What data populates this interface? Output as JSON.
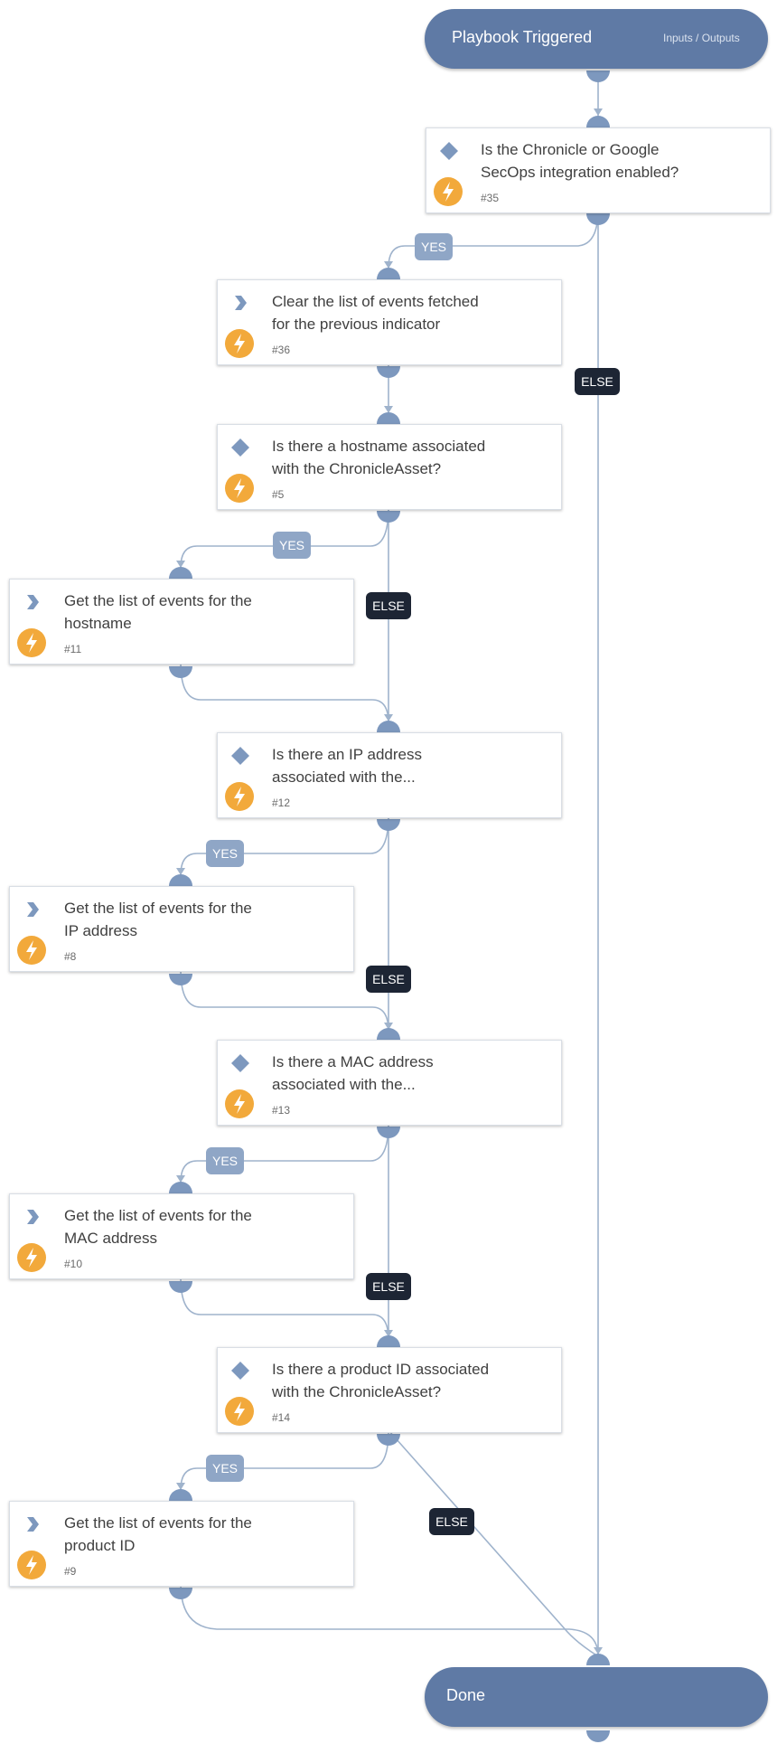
{
  "start": {
    "title": "Playbook Triggered",
    "link": "Inputs / Outputs"
  },
  "end": {
    "title": "Done"
  },
  "tasks": {
    "t35": {
      "title_lines": [
        "Is the Chronicle or Google",
        "SecOps integration enabled?"
      ],
      "number": "#35",
      "kind": "condition"
    },
    "t36": {
      "title_lines": [
        "Clear the list of events fetched",
        "for the previous indicator"
      ],
      "number": "#36",
      "kind": "action"
    },
    "t5": {
      "title_lines": [
        "Is there a hostname associated",
        "with the ChronicleAsset?"
      ],
      "number": "#5",
      "kind": "condition"
    },
    "t11": {
      "title_lines": [
        "Get the list of events for the",
        "hostname"
      ],
      "number": "#11",
      "kind": "action"
    },
    "t12": {
      "title_lines": [
        "Is there an IP address",
        "associated with the..."
      ],
      "number": "#12",
      "kind": "condition"
    },
    "t8": {
      "title_lines": [
        "Get the list of events for the",
        "IP address"
      ],
      "number": "#8",
      "kind": "action"
    },
    "t13": {
      "title_lines": [
        "Is there a MAC address",
        "associated with the..."
      ],
      "number": "#13",
      "kind": "condition"
    },
    "t10": {
      "title_lines": [
        "Get the list of events for the",
        "MAC address"
      ],
      "number": "#10",
      "kind": "action"
    },
    "t14": {
      "title_lines": [
        "Is there a product ID associated",
        "with the ChronicleAsset?"
      ],
      "number": "#14",
      "kind": "condition"
    },
    "t9": {
      "title_lines": [
        "Get the list of events for the",
        "product ID"
      ],
      "number": "#9",
      "kind": "action"
    }
  },
  "labels": {
    "yes": "YES",
    "else": "ELSE"
  },
  "colors": {
    "connector": "#9fb3cc",
    "port": "#7d98be",
    "pill": "#5f7aa5",
    "bolt": "#f2a93b",
    "yes_label": "#8fa6c6",
    "else_label": "#1d2534"
  },
  "icons": {
    "condition": "diamond-icon",
    "action": "chevron-right-icon",
    "automation": "lightning-bolt-icon"
  }
}
